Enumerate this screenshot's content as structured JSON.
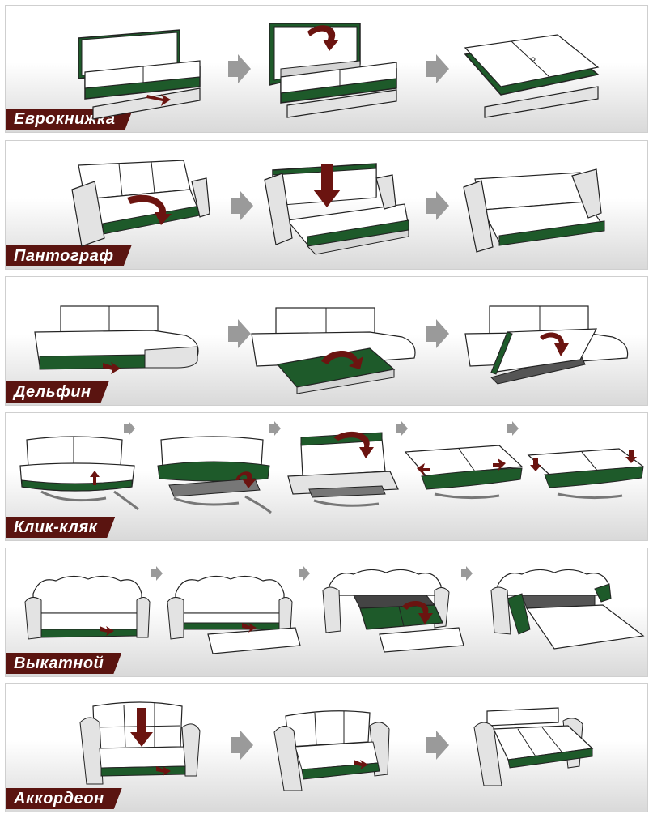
{
  "mechanisms": [
    {
      "title": "Еврокнижка"
    },
    {
      "title": "Пантограф"
    },
    {
      "title": "Дельфин"
    },
    {
      "title": "Клик-кляк"
    },
    {
      "title": "Выкатной"
    },
    {
      "title": "Аккордеон"
    }
  ],
  "colors": {
    "upholstery": "#1e5a2a",
    "cushion": "#ffffff",
    "base": "#e3e3e3",
    "label_bg": "#5a1410",
    "motion_arrow": "#6b1410",
    "step_arrow": "#9a9a9a"
  }
}
